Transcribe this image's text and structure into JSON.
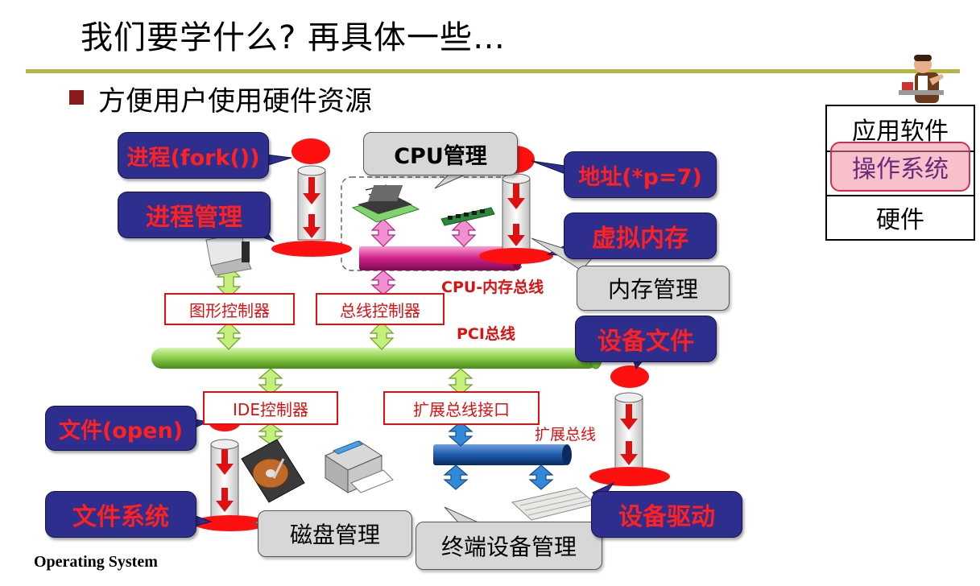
{
  "slide": {
    "title": "我们要学什么?   再具体一些…",
    "bullet": "方便用户使用硬件资源",
    "footer": "Operating System"
  },
  "os_layers": {
    "top": "应用软件",
    "middle": "操作系统",
    "bottom": "硬件"
  },
  "callouts": {
    "fork": "进程(fork())",
    "process_mgmt": "进程管理",
    "address": "地址(*p=7)",
    "virtual_memory": "虚拟内存",
    "device_file": "设备文件",
    "file_open": "文件(open)",
    "file_system": "文件系统",
    "device_driver": "设备驱动"
  },
  "management_boxes": {
    "cpu": "CPU管理",
    "memory": "内存管理",
    "disk": "磁盘管理",
    "terminal": "终端设备管理"
  },
  "controllers": {
    "graphics": "图形控制器",
    "bus": "总线控制器",
    "ide": "IDE控制器",
    "expansion_interface": "扩展总线接口"
  },
  "bus_labels": {
    "cpu_mem": "CPU-内存总线",
    "pci": "PCI总线",
    "expansion": "扩展总线"
  },
  "colors": {
    "accent_rule": "#b5b542",
    "callout_bg": "#2e2e8e",
    "callout_text": "#ff2020",
    "pci_bus": "#8fd14f",
    "mem_bus": "#d0208a",
    "expansion_bus": "#1e5aa8"
  }
}
